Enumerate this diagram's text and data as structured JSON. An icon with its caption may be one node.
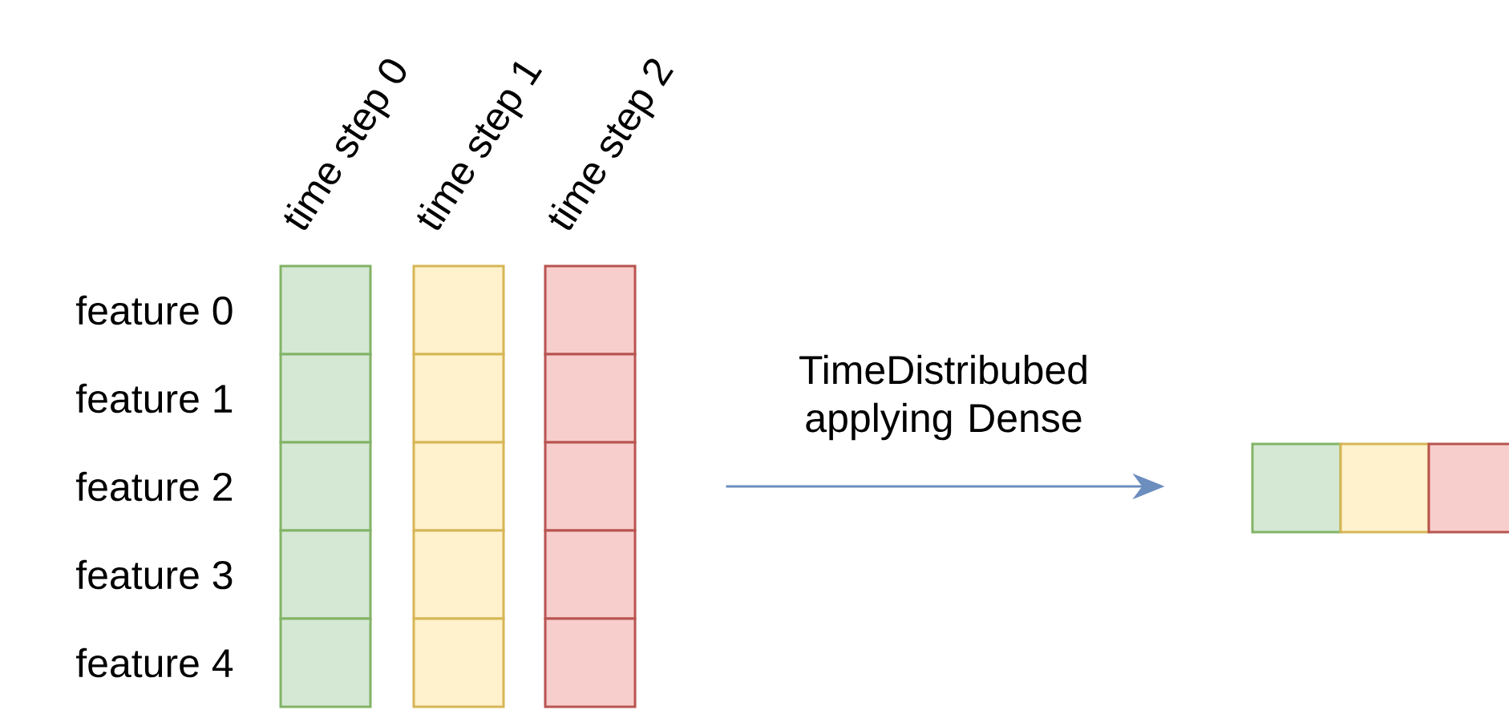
{
  "diagram": {
    "nodes": [
      {
        "text": [],
        "shape": "box"
      },
      {
        "text": [],
        "shape": "box"
      },
      {
        "text": [],
        "shape": "box"
      },
      {
        "text": [],
        "shape": "box"
      },
      {
        "text": [],
        "shape": "box"
      },
      {
        "text": [],
        "shape": "box"
      },
      {
        "text": [],
        "shape": "box"
      },
      {
        "text": [],
        "shape": "box"
      },
      {
        "text": [],
        "shape": "box"
      },
      {
        "text": [],
        "shape": "box"
      },
      {
        "text": [],
        "shape": "box"
      },
      {
        "text": [],
        "shape": "box"
      },
      {
        "text": [],
        "shape": "box"
      },
      {
        "text": [],
        "shape": "box"
      },
      {
        "text": [],
        "shape": "box"
      },
      {
        "text": [],
        "shape": "box"
      },
      {
        "text": [],
        "shape": "box"
      },
      {
        "text": [],
        "shape": "box"
      }
    ],
    "edges": [
      {
        "from": 12,
        "to": 15,
        "arrow": "to",
        "label": "TimeDistribubed applying Dense"
      }
    ],
    "labels": [
      "time step 0",
      "time step 1",
      "time step 2",
      "feature 0",
      "feature 1",
      "feature 2",
      "feature 3",
      "feature 4"
    ]
  }
}
